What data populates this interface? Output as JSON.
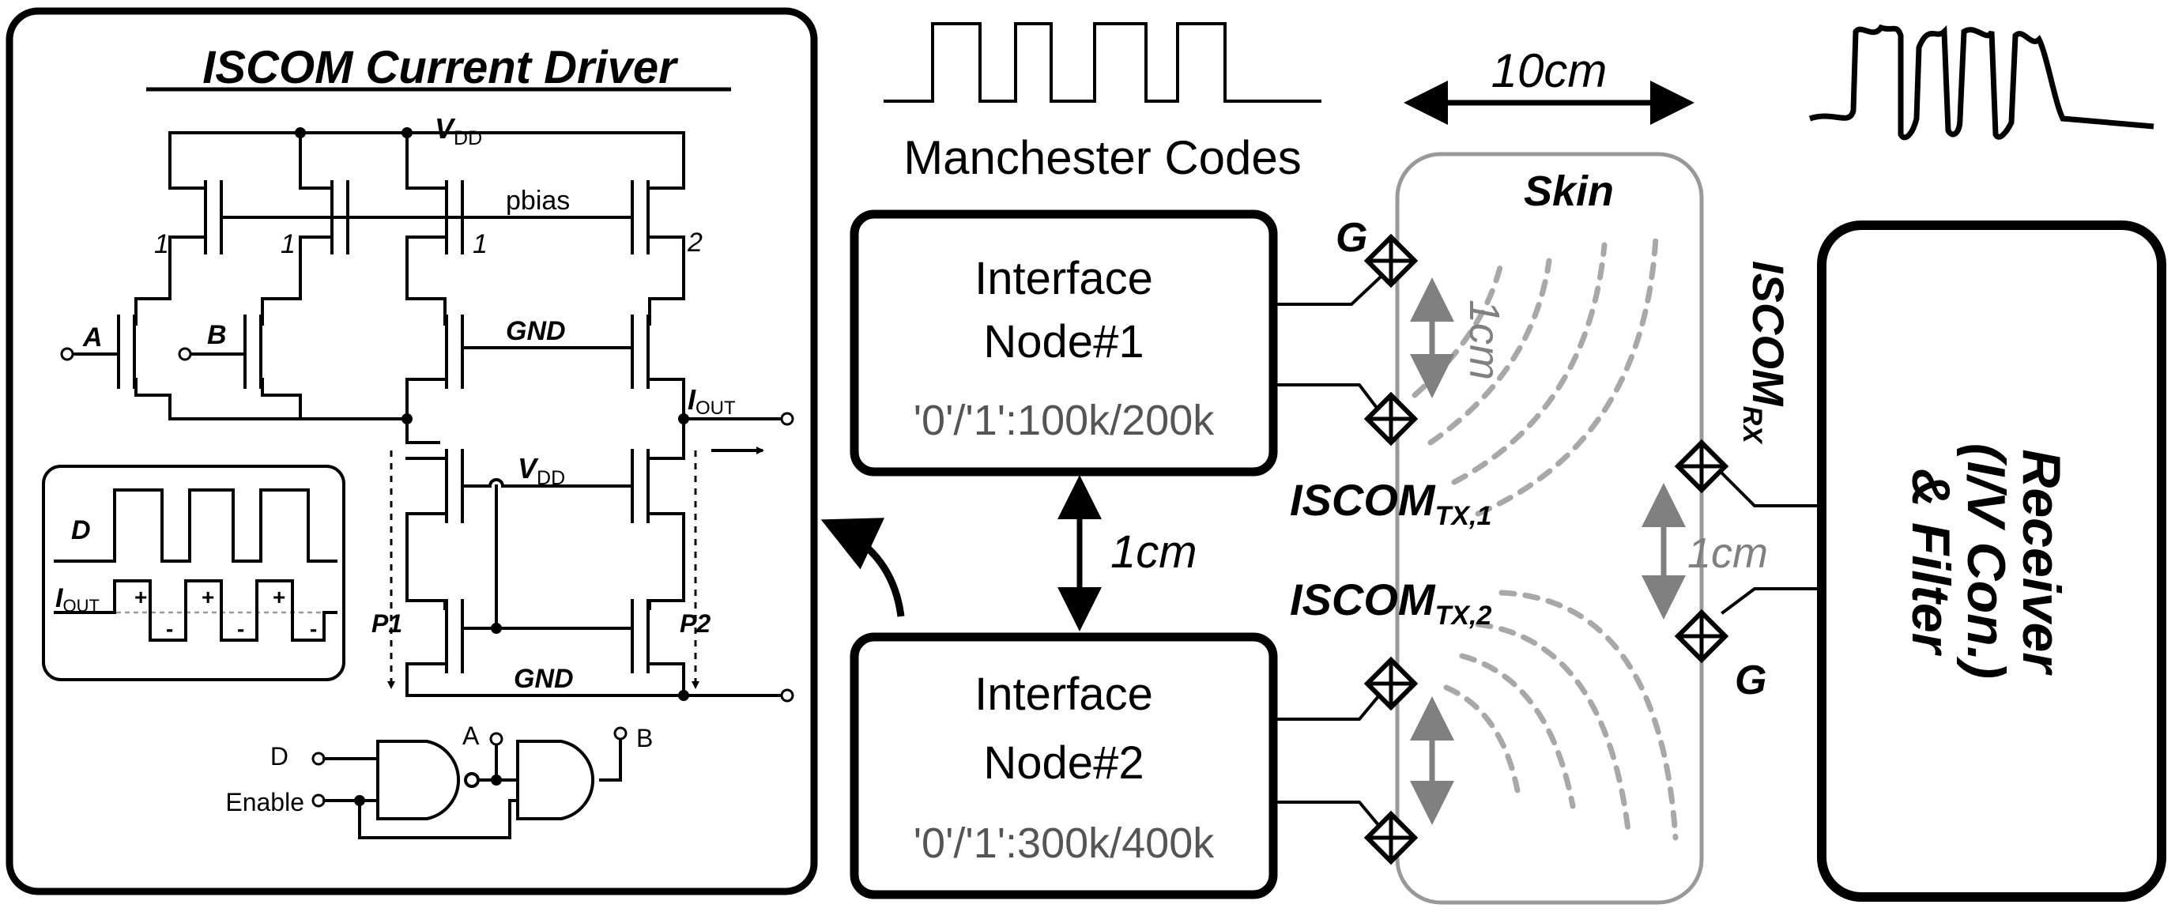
{
  "driver": {
    "title": "ISCOM Current Driver",
    "vdd": "V",
    "vdd_sub": "DD",
    "pbias": "pbias",
    "gnd_1": "GND",
    "gnd_2": "GND",
    "ratio_1a": "1",
    "ratio_1b": "1",
    "ratio_1c": "1",
    "ratio_2": "2",
    "input_a": "A",
    "input_b": "B",
    "iout": "I",
    "iout_sub": "OUT",
    "vdd_mid": "V",
    "vdd_mid_sub": "DD",
    "p1": "P1",
    "p2": "P2",
    "inset": {
      "d_label": "D",
      "iout": "I",
      "iout_sub": "OUT",
      "plus": "+",
      "minus": "-"
    },
    "logic": {
      "d": "D",
      "enable": "Enable",
      "a": "A",
      "b": "B"
    }
  },
  "manchester_label": "Manchester Codes",
  "distance_10cm": "10cm",
  "skin_label": "Skin",
  "node1": {
    "line1": "Interface",
    "line2": "Node#1",
    "freq": "'0'/'1':100k/200k"
  },
  "node2": {
    "line1": "Interface",
    "line2": "Node#2",
    "freq": "'0'/'1':300k/400k"
  },
  "node_gap": "1cm",
  "tx_spacing": "1cm",
  "rx_spacing": "1cm",
  "g_top": "G",
  "g_rx": "G",
  "tx1": {
    "label": "ISCOM",
    "sub": "TX,1"
  },
  "tx2": {
    "label": "ISCOM",
    "sub": "TX,2"
  },
  "rx": {
    "label": "ISCOM",
    "sub": "RX"
  },
  "receiver": {
    "line1": "Receiver",
    "line2": "(I/V Con.)",
    "line3": "& Filter"
  },
  "colors": {
    "wire": "#000000",
    "skin_border": "#999999",
    "field": "#a8a8a8",
    "gray_text": "#555555"
  }
}
